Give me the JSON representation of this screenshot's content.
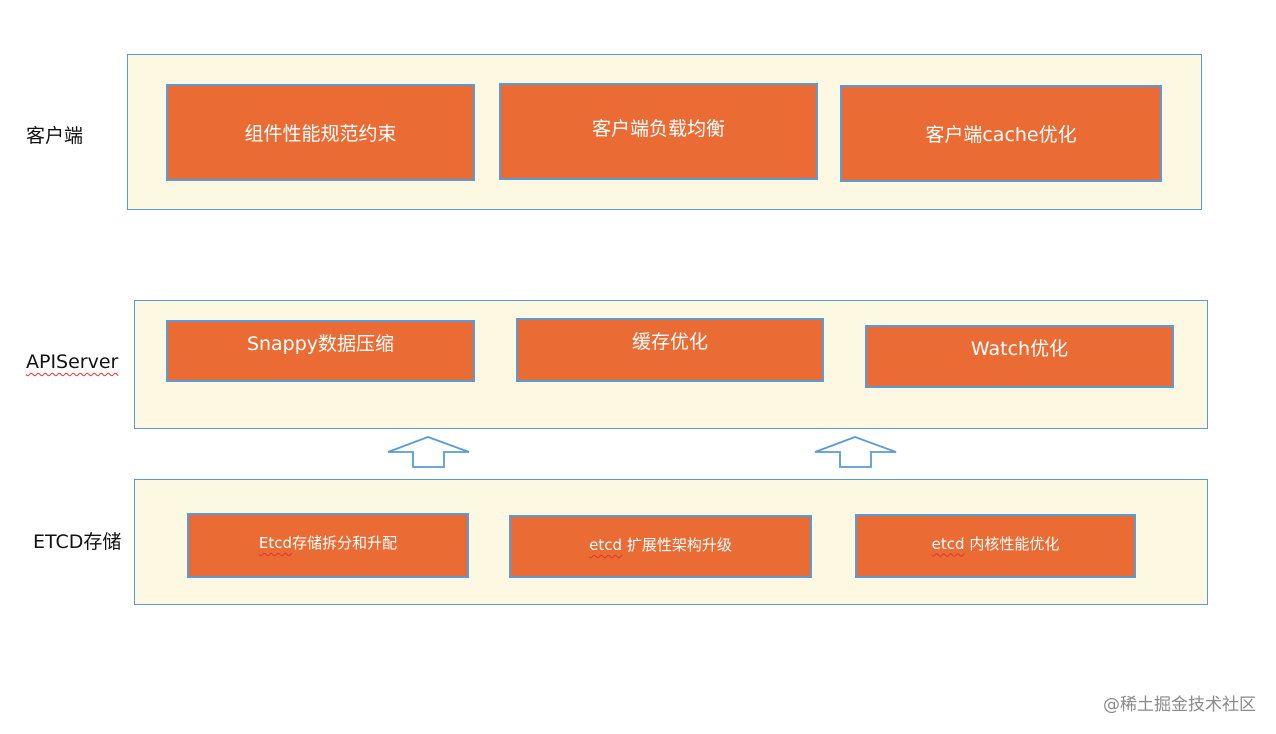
{
  "layers": {
    "client": {
      "label": "客户端",
      "boxes": [
        "组件性能规范约束",
        "客户端负载均衡",
        "客户端cache优化"
      ]
    },
    "apiserver": {
      "label": "APIServer",
      "boxes": [
        "Snappy数据压缩",
        "缓存优化",
        "Watch优化"
      ]
    },
    "etcd": {
      "label": "ETCD存储",
      "boxes": [
        {
          "prefix": "Etcd",
          "rest": "存储拆分和升配"
        },
        {
          "prefix": "etcd",
          "rest": " 扩展性架构升级"
        },
        {
          "prefix": "etcd",
          "rest": " 内核性能优化"
        }
      ]
    }
  },
  "watermark": "@稀土掘金技术社区",
  "colors": {
    "panel_fill": "#fdf8e1",
    "border": "#5b9bd5",
    "box_fill": "#ea6b33",
    "text_on_box": "#ffffff"
  }
}
